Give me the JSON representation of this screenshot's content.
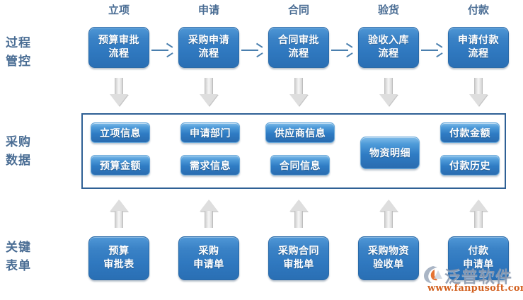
{
  "diagram": {
    "title_colors": {
      "label": "#4a6d94",
      "box_blue": "#2f78bf",
      "pill_blue": "#2f7cc4",
      "panel_border": "#2f6095",
      "arrow_gray": "#dedede",
      "connector": "#4a7fae"
    }
  },
  "row_labels": [
    {
      "line1": "过程",
      "line2": "管控"
    },
    {
      "line1": "采购",
      "line2": "数据"
    },
    {
      "line1": "关键",
      "line2": "表单"
    }
  ],
  "columns": [
    {
      "header": "立项",
      "process": {
        "line1": "预算审批",
        "line2": "流程"
      },
      "data": [
        "立项信息",
        "预算金额"
      ],
      "form": {
        "line1": "预算",
        "line2": "审批表"
      }
    },
    {
      "header": "申请",
      "process": {
        "line1": "采购申请",
        "line2": "流程"
      },
      "data": [
        "申请部门",
        "需求信息"
      ],
      "form": {
        "line1": "采购",
        "line2": "申请单"
      }
    },
    {
      "header": "合同",
      "process": {
        "line1": "合同审批",
        "line2": "流程"
      },
      "data": [
        "供应商信息",
        "合同信息"
      ],
      "form": {
        "line1": "采购合同",
        "line2": "审批单"
      }
    },
    {
      "header": "验货",
      "process": {
        "line1": "验收入库",
        "line2": "流程"
      },
      "data": [
        "物资明细"
      ],
      "form": {
        "line1": "采购物资",
        "line2": "验收单"
      }
    },
    {
      "header": "付款",
      "process": {
        "line1": "申请付款",
        "line2": "流程"
      },
      "data": [
        "付款金额",
        "付款历史"
      ],
      "form": {
        "line1": "付款",
        "line2": "申请单"
      }
    }
  ],
  "watermark": {
    "name": "泛普软件",
    "url": "www.fanpusoft.com"
  }
}
